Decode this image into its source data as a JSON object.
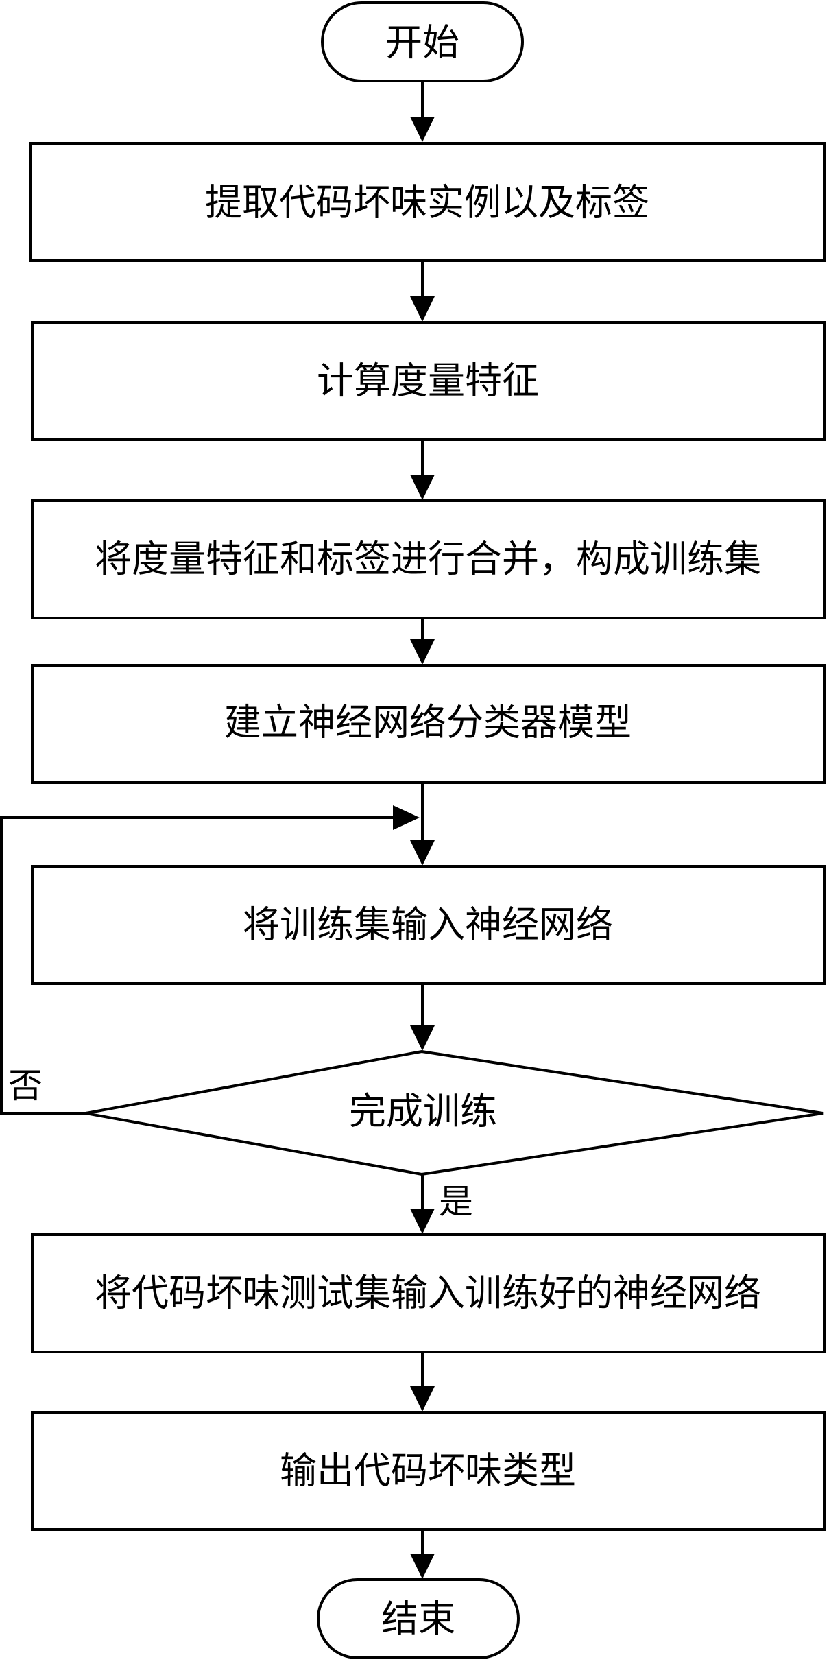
{
  "nodes": {
    "start": "开始",
    "extract": "提取代码坏味实例以及标签",
    "compute": "计算度量特征",
    "merge": "将度量特征和标签进行合并，构成训练集",
    "build": "建立神经网络分类器模型",
    "input_train": "将训练集输入神经网络",
    "decision": "完成训练",
    "input_test": "将代码坏味测试集输入训练好的神经网络",
    "output": "输出代码坏味类型",
    "end": "结束"
  },
  "labels": {
    "no": "否",
    "yes": "是"
  }
}
